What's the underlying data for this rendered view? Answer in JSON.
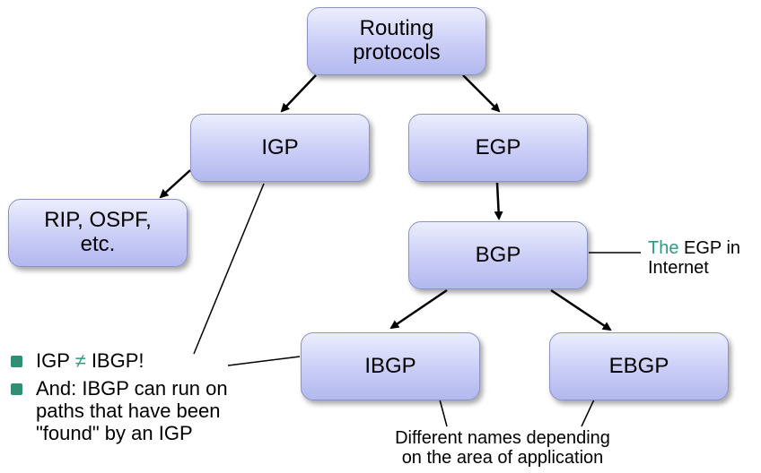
{
  "nodes": {
    "routing": "Routing\nprotocols",
    "igp": "IGP",
    "egp": "EGP",
    "rip": "RIP, OSPF,\netc.",
    "bgp": "BGP",
    "ibgp": "IBGP",
    "ebgp": "EBGP"
  },
  "bgp_note": {
    "prefix": "The",
    "rest_line1": " EGP in",
    "line2": "Internet"
  },
  "bullets": {
    "item1_a": "IGP ",
    "item1_sym": "≠",
    "item1_b": " IBGP!",
    "item2": "And: IBGP can run on paths that have been \"found\" by an IGP"
  },
  "names_note": {
    "line1": "Different names depending",
    "line2": "on the area of application"
  },
  "colors": {
    "box_border": "#8a93c4",
    "accent_green": "#2e9b7f",
    "bullet_green": "#2e8f73"
  }
}
